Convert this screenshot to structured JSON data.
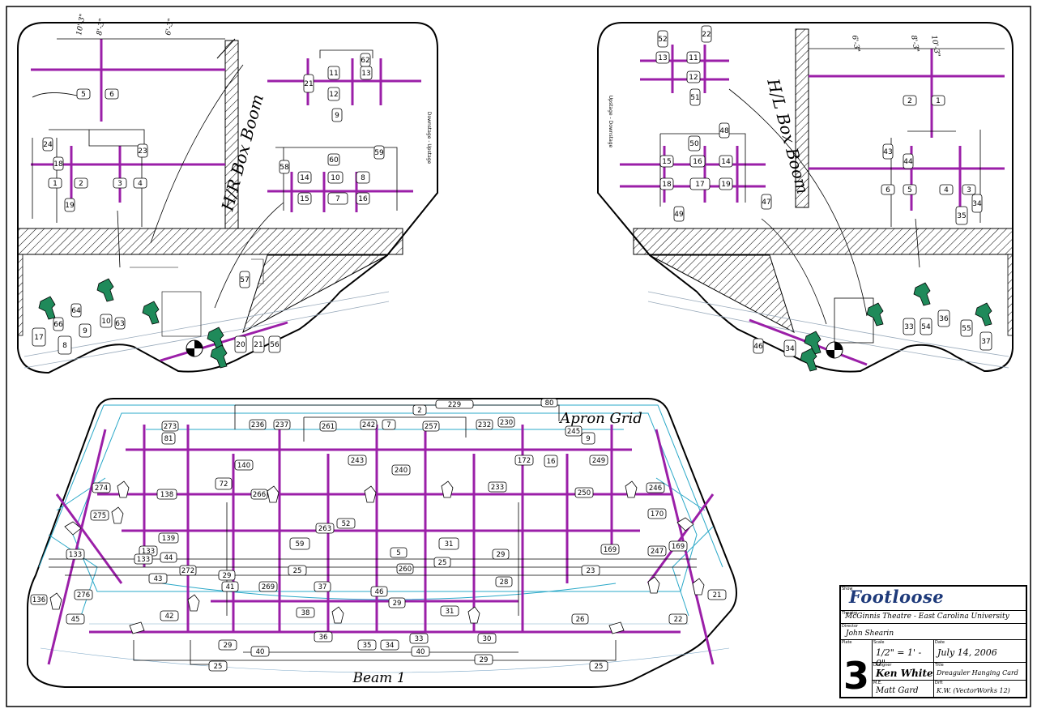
{
  "drawing": {
    "left_label": "H/R Box Boom",
    "right_label": "H/L Box Boom",
    "apron_label": "Apron Grid",
    "beam_label": "Beam 1",
    "left_dims": [
      "10'-3\"",
      "8'-3\"",
      "6'-3\""
    ],
    "right_dims": [
      "6'-3\"",
      "8'-3\"",
      "10'-3\""
    ],
    "left_dir": "Downstage - Upstage",
    "right_dir": "Upstage - Downstage"
  },
  "title_block": {
    "show_label": "Show",
    "show": "Footloose",
    "theatre_label": "Theatre",
    "venue": "McGinnis Theatre - East Carolina University",
    "director_label": "Director",
    "director": "John Shearin",
    "plate_label": "Plate",
    "scale_label": "Scale",
    "scale": "1/2\" = 1' - 0\"",
    "date_label": "Date",
    "date": "July 14, 2006",
    "designer_label": "Designer",
    "designer": "Ken White",
    "title_label": "Title",
    "title": "Dreaguler Hanging Card",
    "me_label": "M.E.",
    "me": "Matt Gard",
    "rev_label": "Drft",
    "rev": "K.W. (VectorWorks 12)",
    "plate": "3"
  },
  "colors": {
    "pipe": "#9b1fa8",
    "fixture_green": "#1f8a5a",
    "grid_cyan": "#2aa8c8"
  }
}
